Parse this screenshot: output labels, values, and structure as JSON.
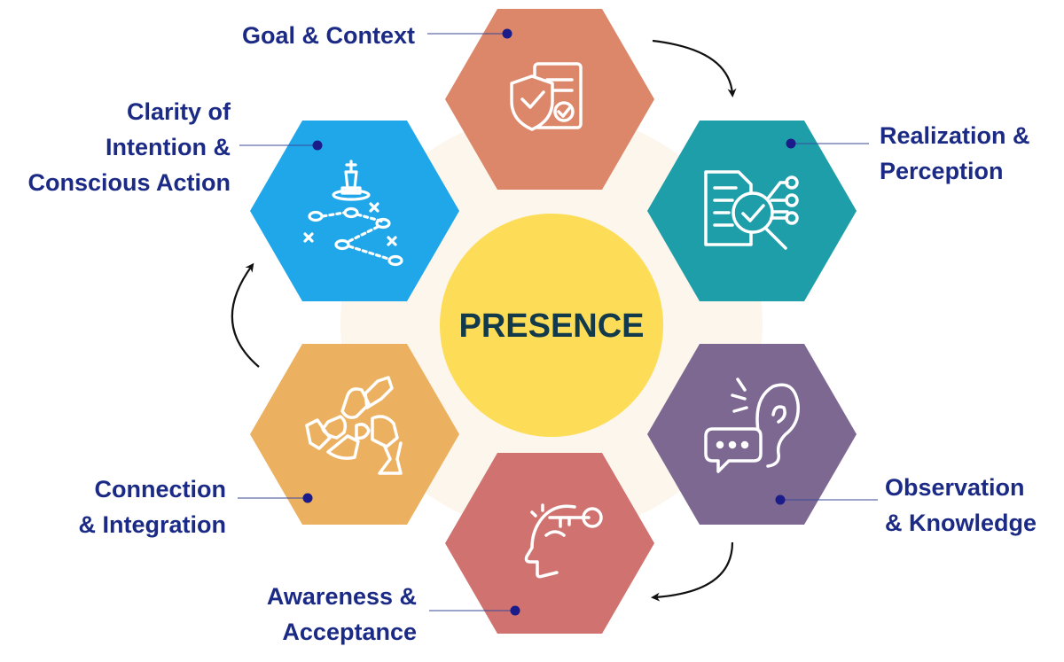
{
  "center": {
    "label": "PRESENCE"
  },
  "colors": {
    "goal": "#dc866a",
    "realization": "#1d9ea8",
    "observation": "#7d6892",
    "awareness": "#d07370",
    "connection": "#ecb160",
    "clarity": "#20a7ea",
    "center": "#fddd58",
    "ring": "#fdf6ec",
    "label_text": "#1b2a85",
    "center_text": "#133a4a"
  },
  "segments": [
    {
      "id": "goal",
      "lines": [
        "Goal & Context"
      ],
      "icon": "shield-document-icon"
    },
    {
      "id": "realization",
      "lines": [
        "Realization &",
        "Perception"
      ],
      "icon": "document-magnifier-check-icon"
    },
    {
      "id": "observation",
      "lines": [
        "Observation",
        "& Knowledge"
      ],
      "icon": "ear-speech-bubble-icon"
    },
    {
      "id": "awareness",
      "lines": [
        "Awareness &",
        "Acceptance"
      ],
      "icon": "head-key-icon"
    },
    {
      "id": "connection",
      "lines": [
        "Connection",
        "& Integration"
      ],
      "icon": "hands-puzzle-icon"
    },
    {
      "id": "clarity",
      "lines": [
        "Clarity of",
        "Intention &",
        "Conscious Action"
      ],
      "icon": "chess-strategy-icon"
    }
  ]
}
